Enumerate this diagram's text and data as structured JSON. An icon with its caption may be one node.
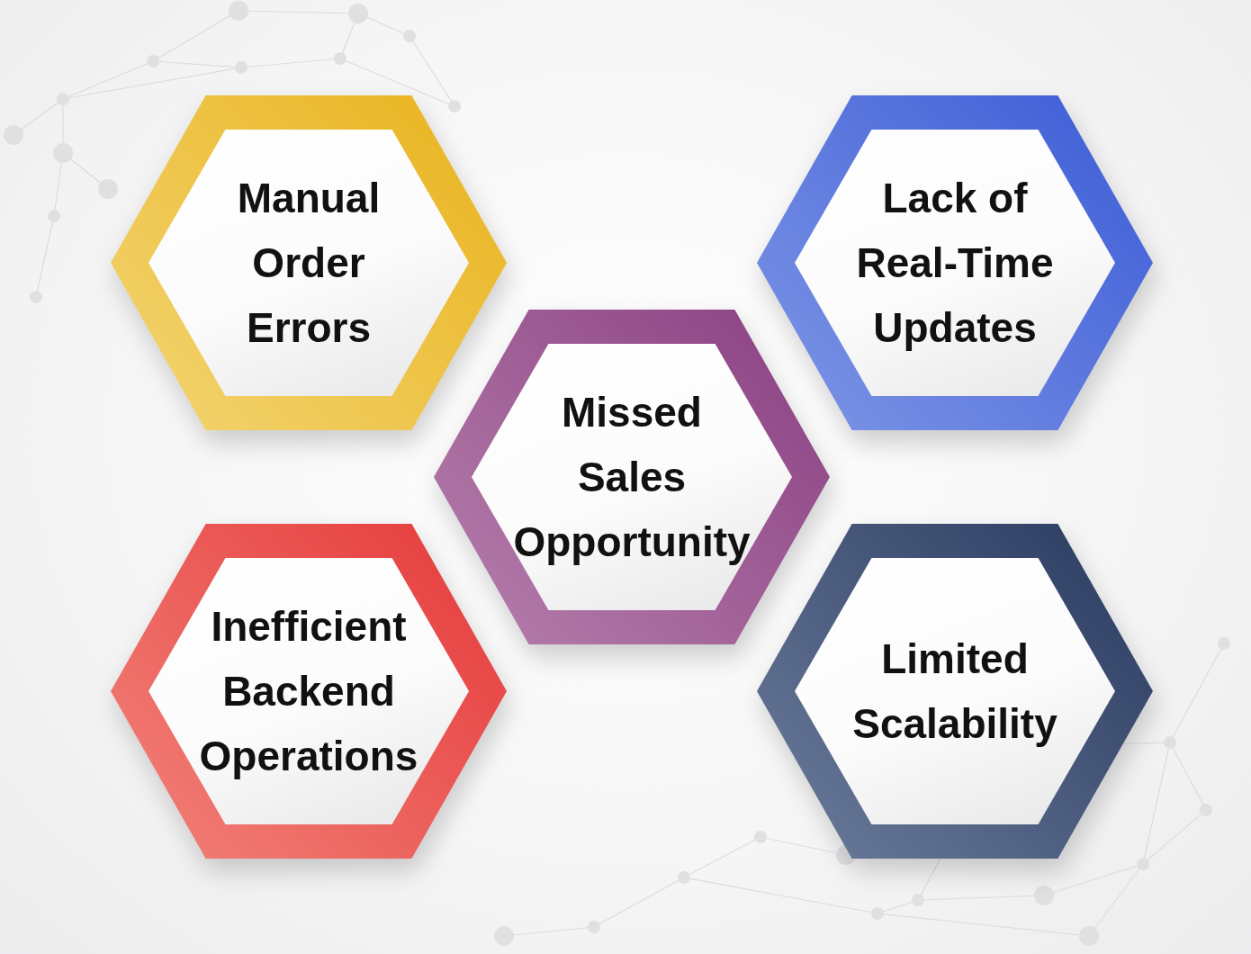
{
  "diagram": {
    "nodes": [
      {
        "text": [
          "Manual Order Errors"
        ]
      },
      {
        "text": [
          "Lack of Real-Time Updates"
        ]
      },
      {
        "text": [
          "Missed Sales Opportunity"
        ]
      },
      {
        "text": [
          "Inefficient Backend Operations"
        ]
      },
      {
        "text": [
          "Limited Scalability"
        ]
      }
    ]
  }
}
